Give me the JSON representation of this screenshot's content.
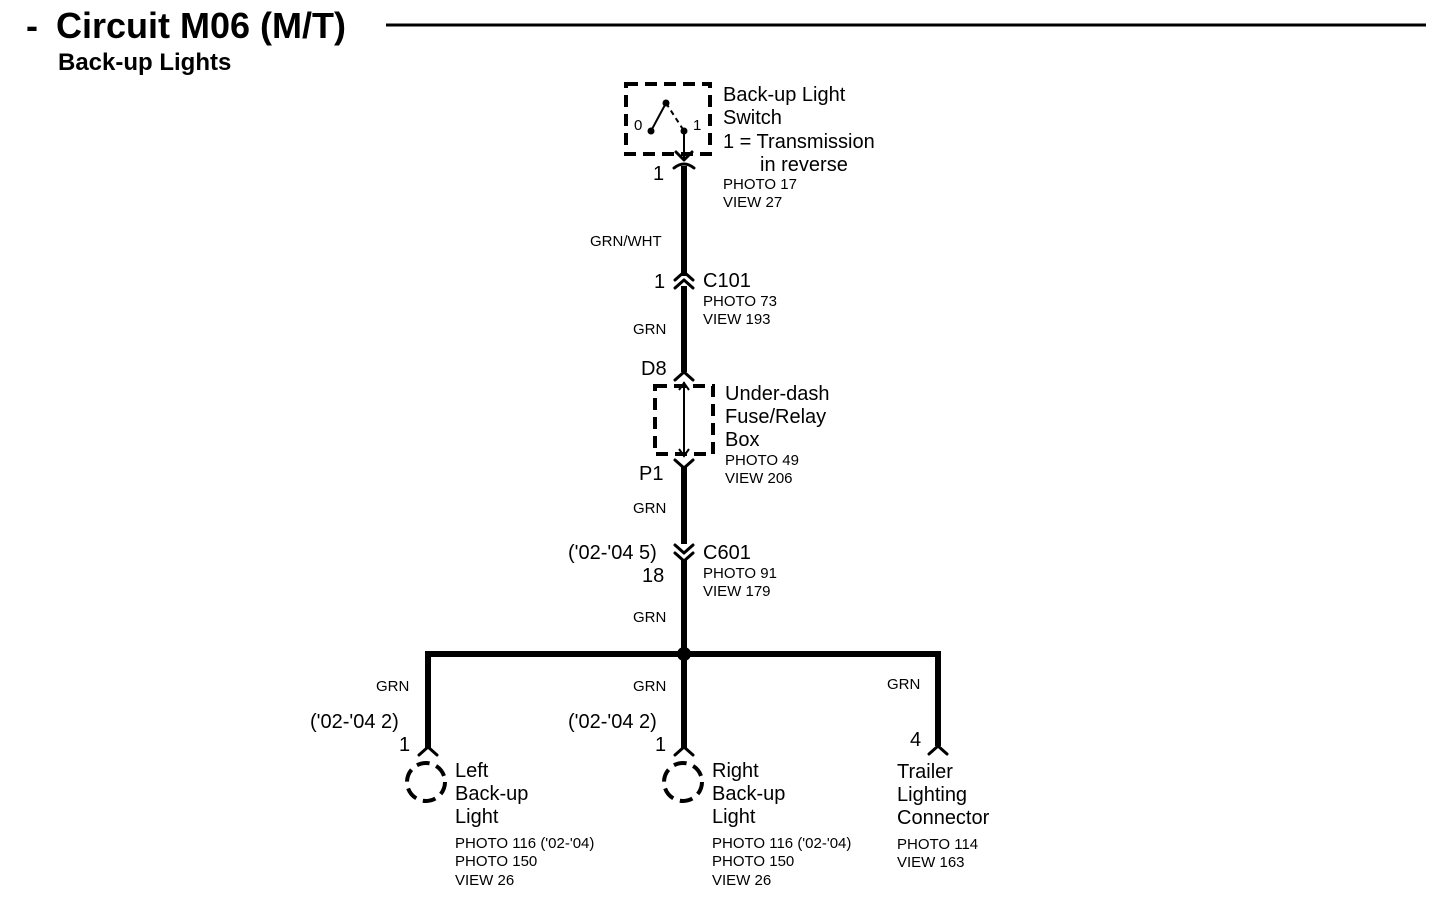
{
  "header": {
    "title_dash": "-",
    "title": "Circuit M06 (M/T)",
    "subtitle": "Back-up Lights"
  },
  "switch": {
    "name_line1": "Back-up Light",
    "name_line2": "Switch",
    "note_line1": "1 = Transmission",
    "note_line2": "in reverse",
    "pos0": "0",
    "pos1": "1",
    "pin": "1",
    "photo": "PHOTO 17",
    "view": "VIEW 27"
  },
  "wire1": {
    "color": "GRN/WHT"
  },
  "c101": {
    "name": "C101",
    "pin": "1",
    "photo": "PHOTO 73",
    "view": "VIEW 193"
  },
  "wire2": {
    "color": "GRN"
  },
  "fusebox": {
    "name_line1": "Under-dash",
    "name_line2": "Fuse/Relay",
    "name_line3": "Box",
    "pin_in": "D8",
    "pin_out": "P1",
    "photo": "PHOTO 49",
    "view": "VIEW 206"
  },
  "wire3": {
    "color": "GRN"
  },
  "c601": {
    "name": "C601",
    "pin_note": "('02-'04 5)",
    "pin": "18",
    "photo": "PHOTO 91",
    "view": "VIEW 179"
  },
  "wire4": {
    "color": "GRN"
  },
  "left_light": {
    "wire_color": "GRN",
    "pin_note": "('02-'04 2)",
    "pin": "1",
    "name_line1": "Left",
    "name_line2": "Back-up",
    "name_line3": "Light",
    "photo1": "PHOTO 116 ('02-'04)",
    "photo2": "PHOTO 150",
    "view": "VIEW 26"
  },
  "right_light": {
    "wire_color": "GRN",
    "pin_note": "('02-'04 2)",
    "pin": "1",
    "name_line1": "Right",
    "name_line2": "Back-up",
    "name_line3": "Light",
    "photo1": "PHOTO 116 ('02-'04)",
    "photo2": "PHOTO 150",
    "view": "VIEW 26"
  },
  "trailer": {
    "wire_color": "GRN",
    "pin": "4",
    "name_line1": "Trailer",
    "name_line2": "Lighting",
    "name_line3": "Connector",
    "photo": "PHOTO 114",
    "view": "VIEW 163"
  }
}
